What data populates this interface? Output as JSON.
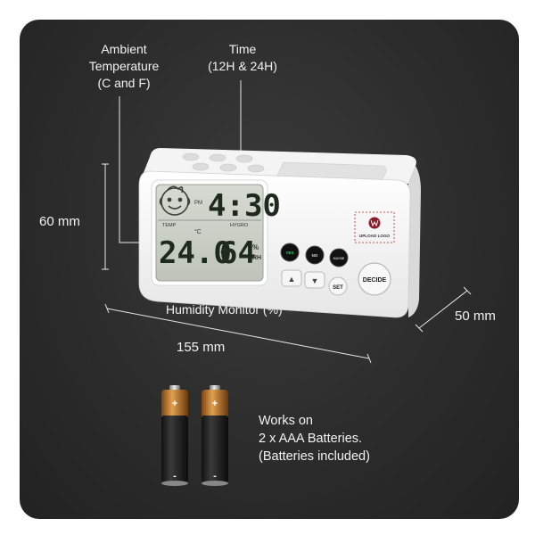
{
  "labels": {
    "ambient_temperature": [
      "Ambient",
      "Temperature",
      "(C and F)"
    ],
    "time": [
      "Time",
      "(12H & 24H)"
    ],
    "humidity_monitor": "Humidity Monitor (%)",
    "batteries": [
      "Works on",
      "2 x AAA Batteries.",
      "(Batteries included)"
    ]
  },
  "dimensions": {
    "height": "60 mm",
    "width": "155 mm",
    "depth": "50 mm"
  },
  "display": {
    "am_pm": "PM",
    "time": "4:30",
    "temp_label": "TEMP",
    "hygro_label": "HYGRO",
    "temperature": "24.0",
    "temp_unit": "°C",
    "humidity": "64",
    "humidity_unit_pct": "%",
    "humidity_unit_rh": "RH"
  },
  "buttons": {
    "yes": "YES",
    "no": "NO",
    "maybe": "MAYBE",
    "set": "SET",
    "decide": "DECIDE",
    "up": "▲",
    "down": "▼"
  },
  "logo": {
    "text": "UPLOAD LOGO"
  },
  "battery": {
    "plus": "+",
    "minus": "-"
  }
}
